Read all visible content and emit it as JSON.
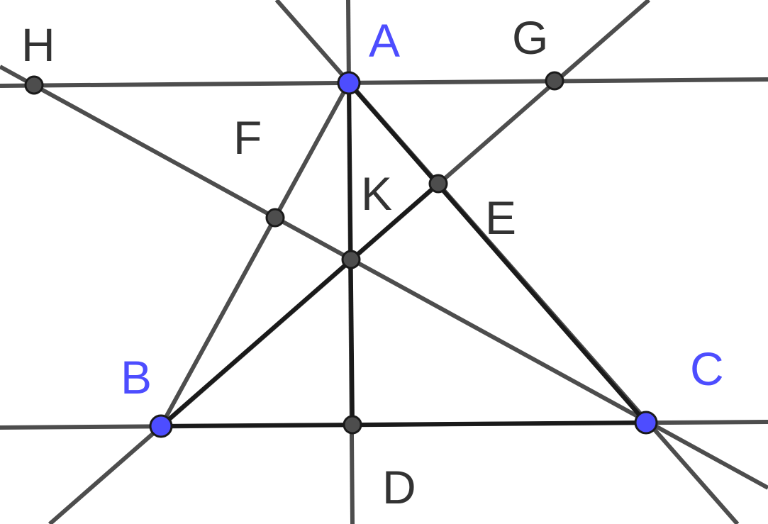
{
  "colors": {
    "main_point_fill": "#4d4dff",
    "aux_point_fill": "#4d4d4d",
    "main_label": "#4d4dff",
    "aux_label": "#333333"
  },
  "points": {
    "A": "A",
    "B": "B",
    "C": "C",
    "D": "D",
    "E": "E",
    "F": "F",
    "G": "G",
    "H": "H",
    "K": "K"
  }
}
